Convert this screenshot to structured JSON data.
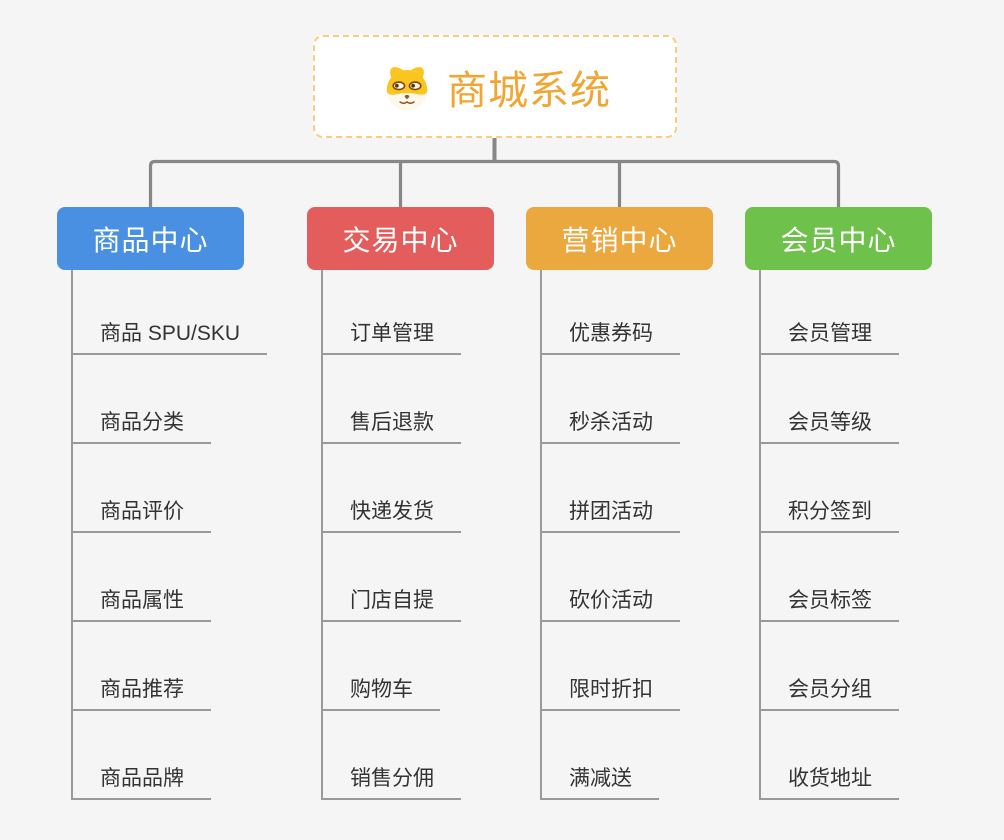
{
  "root": {
    "label": "商城系统",
    "icon": "shiba-dog-icon",
    "text_color": "#efa633",
    "border_color": "#f6cd85"
  },
  "branches": [
    {
      "label": "商品中心",
      "color": "#4a90e2",
      "items": [
        "商品 SPU/SKU",
        "商品分类",
        "商品评价",
        "商品属性",
        "商品推荐",
        "商品品牌"
      ]
    },
    {
      "label": "交易中心",
      "color": "#e25d5b",
      "items": [
        "订单管理",
        "售后退款",
        "快递发货",
        "门店自提",
        "购物车",
        "销售分佣"
      ]
    },
    {
      "label": "营销中心",
      "color": "#eaa83e",
      "items": [
        "优惠券码",
        "秒杀活动",
        "拼团活动",
        "砍价活动",
        "限时折扣",
        "满减送"
      ]
    },
    {
      "label": "会员中心",
      "color": "#6ec14b",
      "items": [
        "会员管理",
        "会员等级",
        "积分签到",
        "会员标签",
        "会员分组",
        "收货地址"
      ]
    }
  ],
  "colors": {
    "background": "#f5f5f5",
    "connector_line": "#878787",
    "trunk_line": "#9a9a9a",
    "leaf_underline": "#9a9a9a",
    "leaf_text": "#333333",
    "branch_text": "#ffffff"
  }
}
